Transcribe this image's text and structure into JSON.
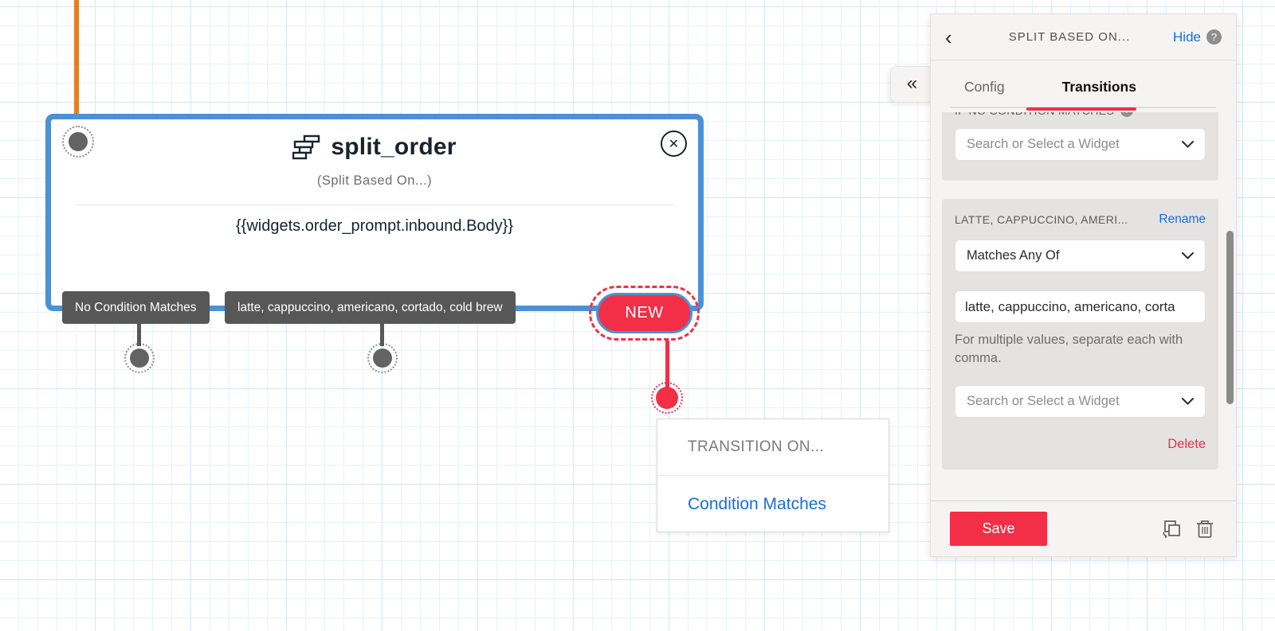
{
  "canvas": {
    "widget": {
      "title": "split_order",
      "type_label": "(Split Based On...)",
      "expression": "{{widgets.order_prompt.inbound.Body}}",
      "transition_no_match": "No Condition Matches",
      "transition_values": "latte, cappuccino, americano, cortado, cold brew",
      "new_button": "NEW"
    },
    "popup": {
      "heading": "TRANSITION ON...",
      "option": "Condition Matches"
    }
  },
  "panel": {
    "title": "SPLIT BASED ON...",
    "hide_label": "Hide",
    "tabs": {
      "config": "Config",
      "transitions": "Transitions"
    },
    "no_match_section": {
      "label": "IF NO CONDITION MATCHES",
      "widget_select_placeholder": "Search or Select a Widget"
    },
    "condition_section": {
      "label": "LATTE, CAPPUCCINO, AMERI...",
      "rename_label": "Rename",
      "match_type": "Matches Any Of",
      "value": "latte, cappuccino, americano, corta",
      "helper": "For multiple values, separate each with comma.",
      "widget_select_placeholder": "Search or Select a Widget",
      "delete_label": "Delete"
    },
    "footer": {
      "save_label": "Save"
    }
  },
  "icons": {
    "collapse": "«",
    "back": "‹",
    "close": "✕",
    "help": "?"
  },
  "colors": {
    "accent_red": "#f22f46",
    "accent_blue": "#1a6ce0",
    "node_border_blue": "#4b91d6",
    "connector_orange": "#e87c25",
    "chip_gray": "#575757"
  }
}
